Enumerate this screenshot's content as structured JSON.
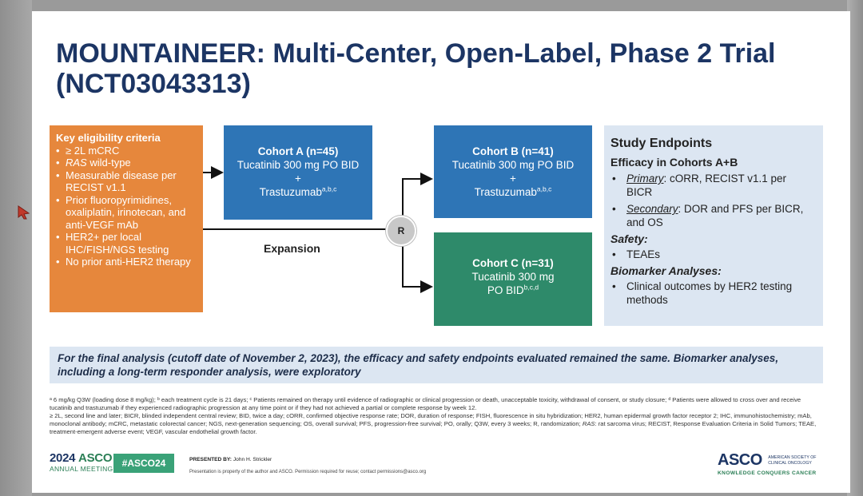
{
  "title": "MOUNTAINEER: Multi-Center, Open-Label, Phase 2 Trial (NCT03043313)",
  "eligibility": {
    "heading": "Key eligibility criteria",
    "items": [
      "≥ 2L mCRC",
      "wild-type",
      "Measurable disease per RECIST v1.1",
      "Prior fluoropyrimidines, oxaliplatin, irinotecan, and anti-VEGF mAb",
      "HER2+ per local IHC/FISH/NGS testing",
      "No prior anti-HER2 therapy"
    ],
    "ras_italic": "RAS"
  },
  "cohort_a": {
    "name": "Cohort A (n=45)",
    "line1": "Tucatinib 300 mg PO BID",
    "plus": "+",
    "line2": "Trastuzumab",
    "sup": "a,b,c"
  },
  "cohort_b": {
    "name": "Cohort B (n=41)",
    "line1": "Tucatinib 300 mg PO BID",
    "plus": "+",
    "line2": "Trastuzumab",
    "sup": "a,b,c"
  },
  "cohort_c": {
    "name": "Cohort C (n=31)",
    "line1": "Tucatinib 300 mg",
    "line2": "PO BID",
    "sup": "b,c,d"
  },
  "randomization_label": "R",
  "expansion_label": "Expansion",
  "endpoints": {
    "title": "Study Endpoints",
    "efficacy_heading": "Efficacy in Cohorts A+B",
    "primary_label": "Primary",
    "primary_text": ": cORR, RECIST v1.1 per BICR",
    "secondary_label": "Secondary",
    "secondary_text": ": DOR and PFS per BICR, and OS",
    "safety_heading": "Safety:",
    "safety_item": "TEAEs",
    "biomarker_heading": "Biomarker Analyses:",
    "biomarker_item": "Clinical outcomes by HER2 testing methods"
  },
  "final_analysis": "For the final analysis (cutoff date of November 2, 2023), the efficacy and safety endpoints evaluated remained the same. Biomarker analyses, including a long-term responder analysis, were exploratory",
  "footnotes": {
    "line1": "ᵃ 6 mg/kg Q3W (loading dose 8 mg/kg); ᵇ each treatment cycle is 21 days; ᶜ Patients remained on therapy until evidence of radiographic or clinical progression or death, unacceptable toxicity, withdrawal of consent, or study closure; ᵈ Patients were allowed to cross over and receive tucatinib and trastuzumab if they experienced radiographic progression at any time point or if they had not achieved a partial or complete response by week 12.",
    "line2": "≥ 2L, second line and later; BICR, blinded independent central review; BID, twice a day; cORR, confirmed objective response rate; DOR, duration of response; FISH, fluorescence in situ hybridization; HER2, human epidermal growth factor receptor 2; IHC, immunohistochemistry; mAb, monoclonal antibody; mCRC, metastatic colorectal cancer; NGS, next-generation sequencing; OS, overall survival; PFS, progression-free survival; PO, orally; Q3W, every 3 weeks; R, randomization;",
    "ras_abbrev": "RAS",
    "line3": ": rat sarcoma virus; RECIST, Response Evaluation Criteria in Solid Tumors; TEAE, treatment-emergent adverse event; VEGF, vascular endothelial growth factor."
  },
  "footer": {
    "year": "2024",
    "asco": "ASCO",
    "meeting": "ANNUAL MEETING",
    "hashtag": "#ASCO24",
    "presented_prefix": "PRESENTED BY:",
    "presenter": "John H. Strickler",
    "property_note": "Presentation is property of the author and ASCO. Permission required for reuse; contact permissions@asco.org",
    "logo": "ASCO",
    "society_line1": "AMERICAN SOCIETY OF",
    "society_line2": "CLINICAL ONCOLOGY",
    "tagline": "KNOWLEDGE CONQUERS CANCER"
  },
  "colors": {
    "title": "#1c3564",
    "orange": "#e6873c",
    "blue": "#2e75b6",
    "green": "#2e8a6a",
    "panel": "#dce6f2"
  }
}
